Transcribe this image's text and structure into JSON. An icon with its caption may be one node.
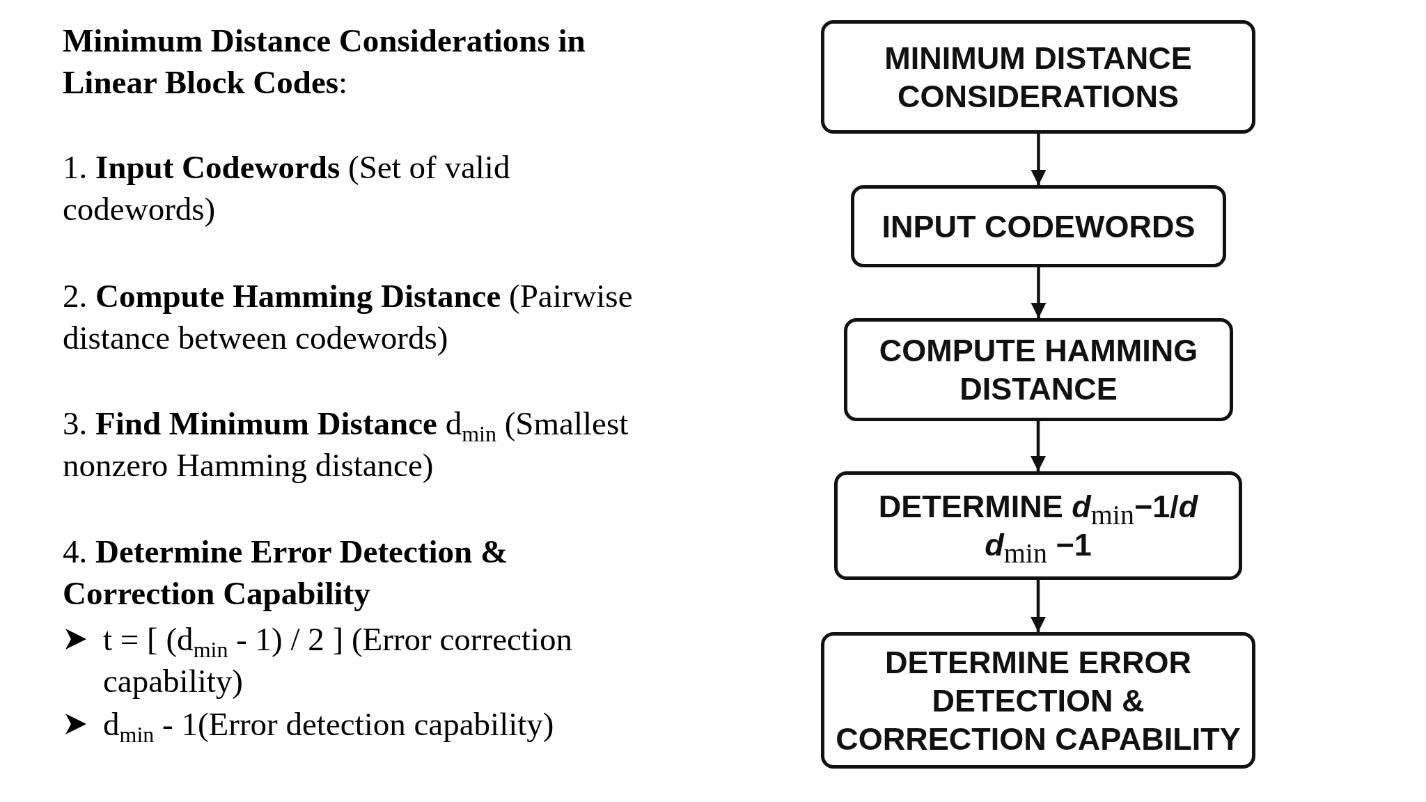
{
  "diagram": {
    "title": "**Minimum Distance Considerations in Linear Block Codes**:",
    "nodes": [
      {
        "text": [
          "MINIMUM DISTANCE CONSIDERATIONS"
        ]
      },
      {
        "text": [
          "INPUT CODEWORDS"
        ]
      },
      {
        "text": [
          "COMPUTE HAMMING DISTANCE"
        ]
      },
      {
        "text": [
          "DETERMINE *d*$_{min}$−1/*d*",
          "*d*$_{min}$ −1"
        ]
      },
      {
        "text": [
          "DETERMINE ERROR DETECTION & CORRECTION CAPABILITY"
        ]
      }
    ],
    "edges": [
      {
        "from": 0,
        "to": 1,
        "arrow": "to"
      },
      {
        "from": 1,
        "to": 2,
        "arrow": "to"
      },
      {
        "from": 2,
        "to": 3,
        "arrow": "to"
      },
      {
        "from": 3,
        "to": 4,
        "arrow": "to"
      }
    ],
    "labels": [
      "1. **Input Codewords** (Set of valid codewords)",
      "2. **Compute Hamming Distance** (Pairwise distance between codewords)",
      "3. **Find Minimum Distance** d$_{min}$ (Smallest nonzero Hamming distance)",
      "4. **Determine Error Detection & Correction Capability**",
      "t = [ (d$_{min}$ - 1) / 2 ]  (Error correction capability)",
      "d$_{min}$ - 1(Error detection capability)"
    ]
  }
}
